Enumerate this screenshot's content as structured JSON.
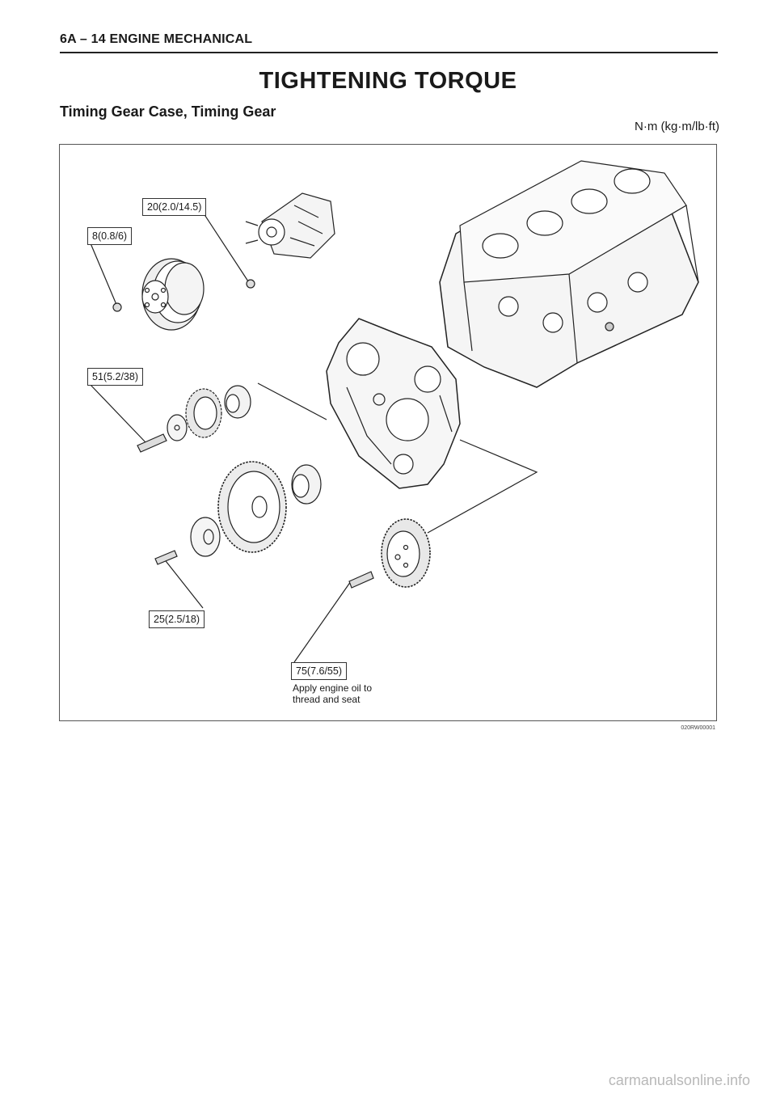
{
  "header": {
    "text": "6A – 14  ENGINE MECHANICAL"
  },
  "title": "TIGHTENING TORQUE",
  "section_title": "Timing Gear Case, Timing Gear",
  "units": "N·m (kg·m/lb·ft)",
  "callouts": {
    "water_pump": "20(2.0/14.5)",
    "pulley": "8(0.8/6)",
    "idler_small": "51(5.2/38)",
    "idler_large": "25(2.5/18)",
    "cam_gear": "75(7.6/55)"
  },
  "note": {
    "line1": "Apply engine oil to",
    "line2": "thread and seat"
  },
  "figure_code": "020RW00001",
  "watermark": "carmanualsonline.info"
}
